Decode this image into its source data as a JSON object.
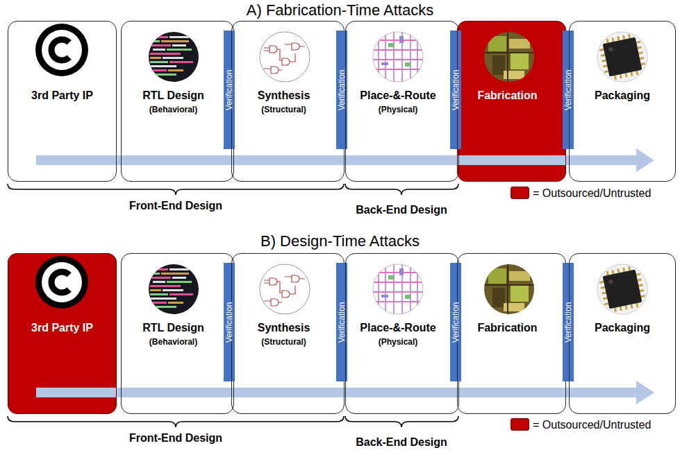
{
  "diagram": {
    "nodes": [
      {
        "text": [
          "3rd Party IP"
        ]
      },
      {
        "text": [
          "RTL Design",
          "(Behavioral)"
        ]
      },
      {
        "text": [
          "Verification"
        ]
      },
      {
        "text": [
          "Synthesis",
          "(Structural)"
        ]
      },
      {
        "text": [
          "Verification"
        ]
      },
      {
        "text": [
          "Place-&-Route",
          "(Physical)"
        ]
      },
      {
        "text": [
          "Verification"
        ]
      },
      {
        "text": [
          "Fabrication"
        ]
      },
      {
        "text": [
          "Verification"
        ]
      },
      {
        "text": [
          "Packaging"
        ]
      },
      {
        "text": [
          "3rd Party IP"
        ]
      },
      {
        "text": [
          "RTL Design",
          "(Behavioral)"
        ]
      },
      {
        "text": [
          "Verification"
        ]
      },
      {
        "text": [
          "Synthesis",
          "(Structural)"
        ]
      },
      {
        "text": [
          "Verification"
        ]
      },
      {
        "text": [
          "Place-&-Route",
          "(Physical)"
        ]
      },
      {
        "text": [
          "Verification"
        ]
      },
      {
        "text": [
          "Fabrication"
        ]
      },
      {
        "text": [
          "Verification"
        ]
      },
      {
        "text": [
          "Packaging"
        ]
      }
    ],
    "edges": [
      {
        "from": 0,
        "to": 9,
        "arrow": "to"
      },
      {
        "from": 10,
        "to": 19,
        "arrow": "to"
      }
    ],
    "labels": [
      "A) Fabrication-Time Attacks",
      "Front-End Design",
      "Back-End Design",
      "B) Design-Time Attacks",
      "Front-End Design",
      "Back-End Design"
    ],
    "legend": [
      {
        "text": "= Outsourced/Untrusted",
        "color": "#c00000"
      },
      {
        "text": "= Outsourced/Untrusted",
        "color": "#c00000"
      }
    ]
  }
}
